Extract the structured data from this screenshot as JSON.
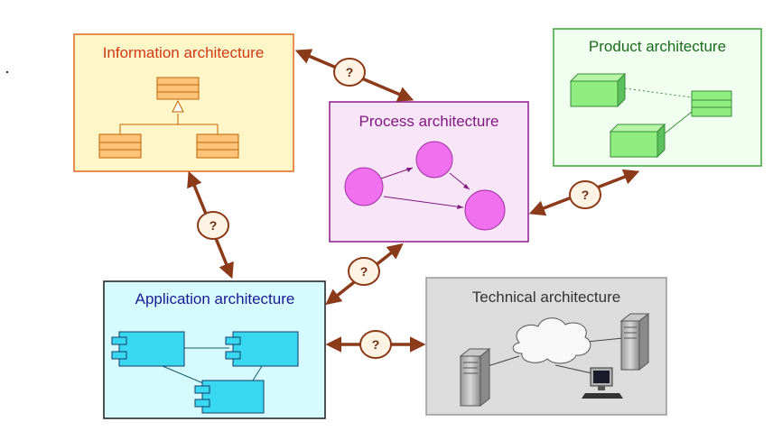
{
  "boxes": {
    "information": {
      "title": "Information architecture",
      "color": "#d03a1a",
      "fill": "#fff6c8",
      "border": "#e06820"
    },
    "process": {
      "title": "Process architecture",
      "color": "#801880",
      "fill": "#f8e6f8",
      "border": "#901890"
    },
    "product": {
      "title": "Product architecture",
      "color": "#1e6a1e",
      "fill": "#f0fff0",
      "border": "#3aa03a"
    },
    "application": {
      "title": "Application architecture",
      "color": "#1a1a90",
      "fill": "#d6fbff",
      "border": "#1a1a1a"
    },
    "technical": {
      "title": "Technical architecture",
      "color": "#333333",
      "fill": "#dcdcdc",
      "border": "#999999"
    }
  },
  "connectors": {
    "info_process": "?",
    "info_application": "?",
    "process_product": "?",
    "process_application": "?",
    "application_technical": "?"
  },
  "colors": {
    "arrow": "#8b3a1a",
    "question_fill": "#fff4e4"
  }
}
